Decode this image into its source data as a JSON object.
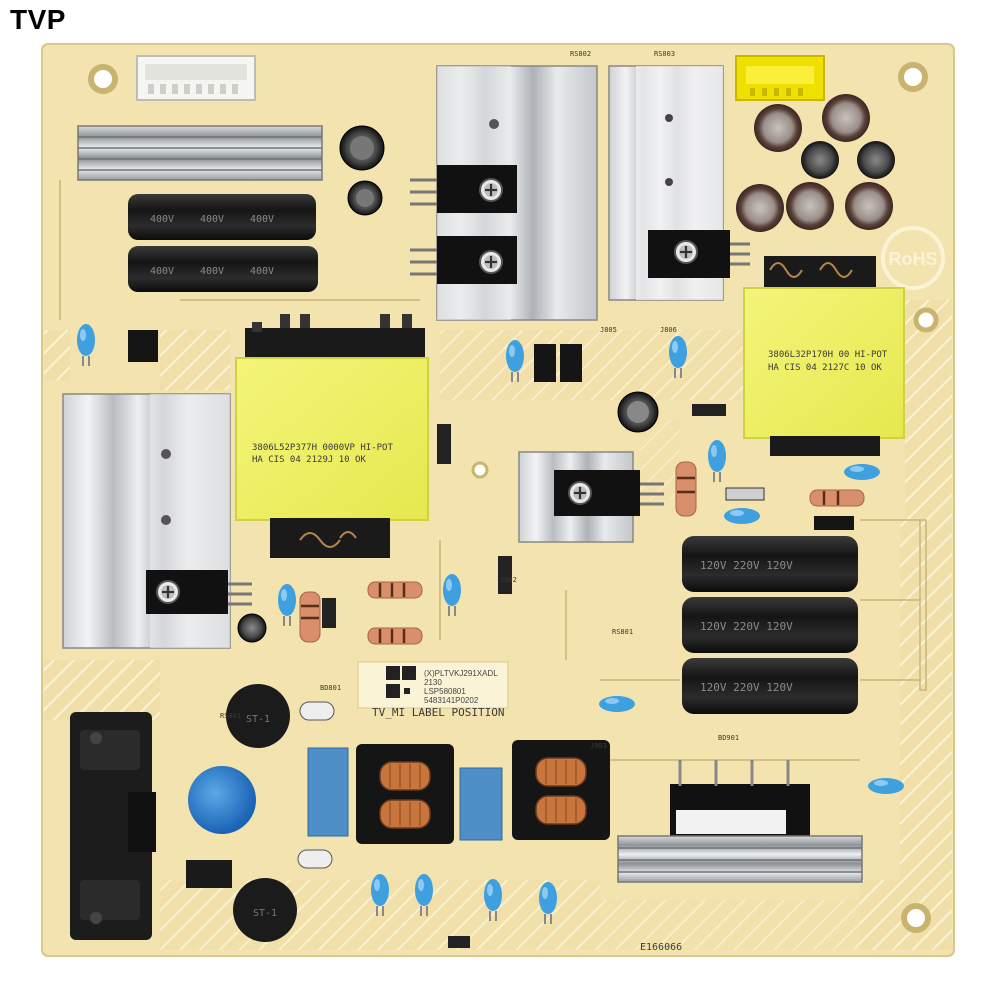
{
  "brand": "TVP",
  "labels": {
    "transformer_left_line1": "3806L52P377H    0000VP    HI-POT",
    "transformer_left_line2": "HA   CIS 04     2129J     10   OK",
    "transformer_right_line1": "3806L32P170H    00   HI-POT",
    "transformer_right_line2": "HA   CIS 04  2127C 10   OK",
    "sticker_line1": "(X)PLTVKJ291XADL",
    "sticker_line2": "2130",
    "sticker_line3": "LSP580801",
    "sticker_line4": "5483141P0202",
    "label_position": "TV_MI LABEL POSITION",
    "rohs": "RoHS",
    "board_code": "E166066"
  }
}
